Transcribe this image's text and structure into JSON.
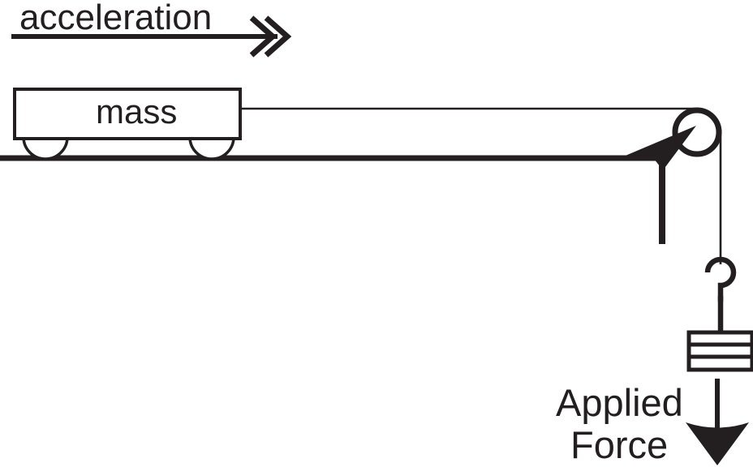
{
  "diagram": {
    "title_text": "acceleration",
    "cart_label": "mass",
    "force_label_line1": "Applied",
    "force_label_line2": "Force",
    "colors": {
      "ink": "#231f20",
      "background": "#ffffff",
      "fill_none": "#ffffff"
    },
    "elements": {
      "acceleration_arrow": "acceleration-arrow",
      "ground_line": "ground-line",
      "cart_body": "cart-body",
      "cart_wheel_front": "cart-wheel-front",
      "cart_wheel_rear": "cart-wheel-rear",
      "string_horizontal": "string-horizontal",
      "pulley": "pulley",
      "pulley_pointer": "pulley-pointer",
      "string_vertical": "string-vertical",
      "hook": "hook",
      "weight_stack": "weight-stack",
      "force_arrow": "force-arrow"
    },
    "weight_stack": {
      "slab_count": 3,
      "slabs": [
        "slab-top",
        "slab-middle",
        "slab-bottom"
      ]
    }
  }
}
